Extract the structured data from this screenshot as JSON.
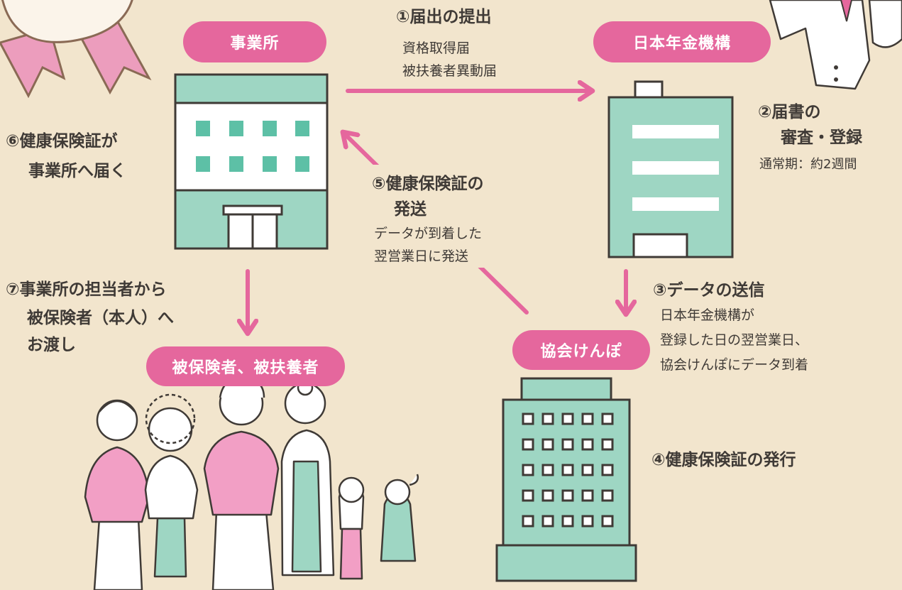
{
  "colors": {
    "background": "#f2e5cd",
    "accent_pink": "#e5679d",
    "building_green": "#9ed6c3",
    "building_dark_green": "#5dc0a6",
    "outline": "#3f3a36"
  },
  "nodes": {
    "office": "事業所",
    "pension_org": "日本年金機構",
    "kyokai": "協会けんぽ",
    "insured": "被保険者、被扶養者"
  },
  "steps": {
    "s1": {
      "title": "①届出の提出",
      "notes": [
        "資格取得届",
        "被扶養者異動届"
      ]
    },
    "s2": {
      "title_lines": [
        "②届書の",
        "審査・登録"
      ],
      "note": "通常期：約2週間"
    },
    "s3": {
      "title": "③データの送信",
      "notes": [
        "日本年金機構が",
        "登録した日の翌営業日、",
        "協会けんぽにデータ到着"
      ]
    },
    "s4": {
      "title": "④健康保険証の発行"
    },
    "s5": {
      "title_lines": [
        "⑤健康保険証の",
        "発送"
      ],
      "notes": [
        "データが到着した",
        "翌営業日に発送"
      ]
    },
    "s6": {
      "title_lines": [
        "⑥健康保険証が",
        "事業所へ届く"
      ]
    },
    "s7": {
      "title_lines": [
        "⑦事業所の担当者から",
        "被保険者（本人）へ",
        "お渡し"
      ]
    }
  }
}
